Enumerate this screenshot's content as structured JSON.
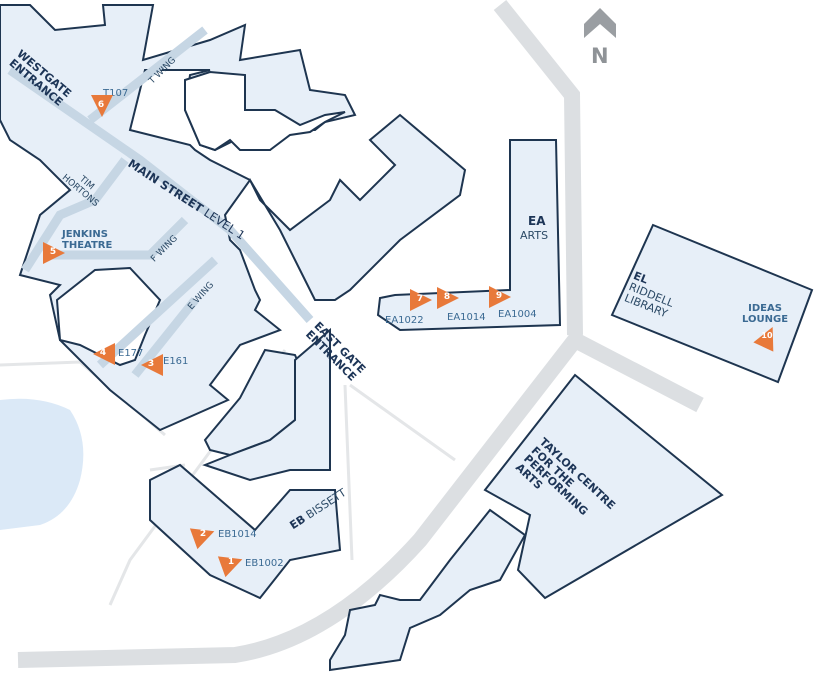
{
  "compass": {
    "letter": "N"
  },
  "colors": {
    "building": "#e7eff8",
    "outline": "#1e3550",
    "path": "#d9dde1",
    "water": "#dbe9f7",
    "marker": "#e8793a",
    "corridor": "#c6d6e4"
  },
  "entrances": {
    "westgate": [
      "WESTGATE",
      "ENTRANCE"
    ],
    "eastgate": [
      "EAST GATE",
      "ENTRANCE"
    ]
  },
  "wings": {
    "t": "T WING",
    "f": "F WING",
    "e": "E WING"
  },
  "labels": {
    "tim_hortons": [
      "TIM",
      "HORTONS"
    ],
    "main_street": "MAIN STREET",
    "level": "LEVEL 1",
    "jenkins": [
      "JENKINS",
      "THEATRE"
    ],
    "t107": "T107",
    "e177": "E177",
    "e161": "E161",
    "ea_code": "EA",
    "ea_name": "ARTS",
    "ea1022": "EA1022",
    "ea1014": "EA1014",
    "ea1004": "EA1004",
    "el_code": "EL",
    "el_name": [
      "RIDDELL",
      "LIBRARY"
    ],
    "ideas": [
      "IDEAS",
      "LOUNGE"
    ],
    "eb_code": "EB",
    "eb_name": "BISSETT",
    "eb1014": "EB1014",
    "eb1002": "EB1002",
    "taylor": [
      "TAYLOR CENTRE",
      "FOR THE",
      "PERFORMING",
      "ARTS"
    ]
  },
  "markers": [
    {
      "num": "1"
    },
    {
      "num": "2"
    },
    {
      "num": "3"
    },
    {
      "num": "4"
    },
    {
      "num": "5"
    },
    {
      "num": "6"
    },
    {
      "num": "7"
    },
    {
      "num": "8"
    },
    {
      "num": "9"
    },
    {
      "num": "10"
    }
  ]
}
